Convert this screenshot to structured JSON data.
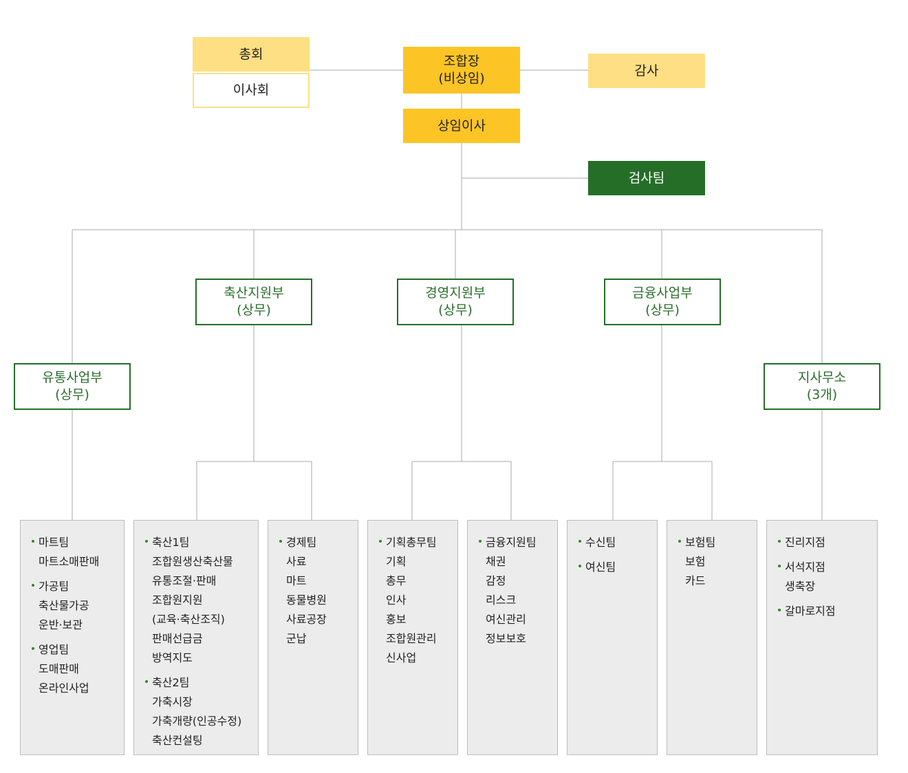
{
  "top": {
    "general_assembly": "총회",
    "board": "이사회",
    "chairman": [
      "조합장",
      "(비상임)"
    ],
    "audit": "감사",
    "standing_director": "상임이사",
    "inspection_team": "검사팀"
  },
  "departments": {
    "distribution": [
      "유통사업부",
      "(상무)"
    ],
    "livestock_support": [
      "축산지원부",
      "(상무)"
    ],
    "management_support": [
      "경영지원부",
      "(상무)"
    ],
    "financial": [
      "금융사업부",
      "(상무)"
    ],
    "branches": [
      "지사무소",
      "(3개)"
    ]
  },
  "teams": [
    {
      "groups": [
        {
          "name": "마트팀",
          "items": [
            "마트소매판매"
          ]
        },
        {
          "name": "가공팀",
          "items": [
            "축산물가공",
            "운반·보관"
          ]
        },
        {
          "name": "영업팀",
          "items": [
            "도매판매",
            "온라인사업"
          ]
        }
      ]
    },
    {
      "groups": [
        {
          "name": "축산1팀",
          "items": [
            "조합원생산축산물",
            "유통조절·판매",
            "조합원지원\n(교육·축산조직)",
            "판매선급금",
            "방역지도"
          ]
        },
        {
          "name": "축산2팀",
          "items": [
            "가축시장",
            "가축개량(인공수정)",
            "축산컨설팅"
          ]
        }
      ]
    },
    {
      "groups": [
        {
          "name": "경제팀",
          "items": [
            "사료",
            "마트",
            "동물병원",
            "사료공장",
            "군납"
          ]
        }
      ]
    },
    {
      "groups": [
        {
          "name": "기획총무팀",
          "items": [
            "기획",
            "총무",
            "인사",
            "홍보",
            "조합원관리",
            "신사업"
          ]
        }
      ]
    },
    {
      "groups": [
        {
          "name": "금융지원팀",
          "items": [
            "채권",
            "감정",
            "리스크",
            "여신관리",
            "정보보호"
          ]
        }
      ]
    },
    {
      "groups": [
        {
          "name": "수신팀",
          "items": []
        },
        {
          "name": "여신팀",
          "items": []
        }
      ]
    },
    {
      "groups": [
        {
          "name": "보험팀",
          "items": [
            "보험",
            "카드"
          ]
        }
      ]
    },
    {
      "groups": [
        {
          "name": "진리지점",
          "items": []
        },
        {
          "name": "서석지점\n생축장",
          "items": []
        },
        {
          "name": "갈마로지점",
          "items": []
        }
      ]
    }
  ]
}
